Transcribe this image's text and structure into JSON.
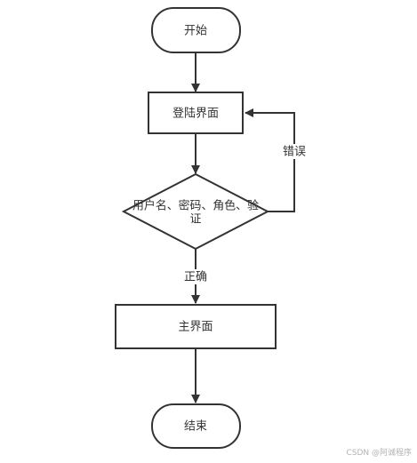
{
  "diagram": {
    "nodes": {
      "start": {
        "label": "开始"
      },
      "login": {
        "label": "登陆界面"
      },
      "verify": {
        "label_line1": "用户名、密码、角色、验",
        "label_line2": "证"
      },
      "main": {
        "label": "主界面"
      },
      "end": {
        "label": "结束"
      }
    },
    "edges": {
      "error": {
        "label": "错误"
      },
      "correct": {
        "label": "正确"
      }
    }
  },
  "watermark": "CSDN @阿诚程序",
  "colors": {
    "stroke": "#333333",
    "fill": "#ffffff",
    "text": "#333333",
    "watermark": "#b3b3b3"
  }
}
